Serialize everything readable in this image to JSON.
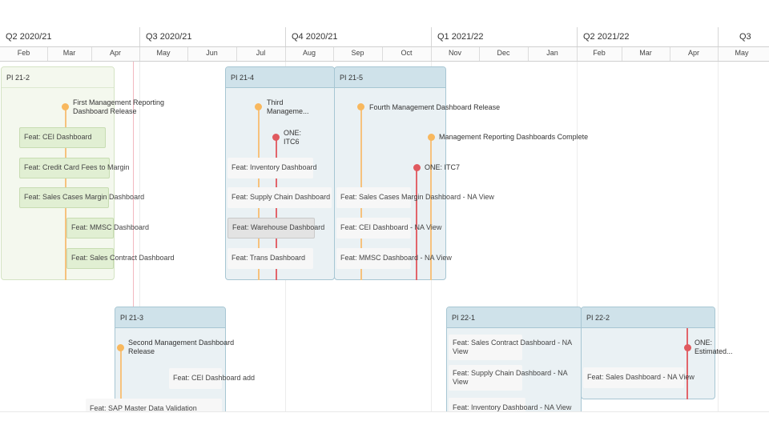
{
  "quarters": [
    "Q2 2020/21",
    "Q3 2020/21",
    "Q4 2020/21",
    "Q1 2021/22",
    "Q2 2021/22",
    "Q3"
  ],
  "months": [
    "Feb",
    "Mar",
    "Apr",
    "May",
    "Jun",
    "Jul",
    "Aug",
    "Sep",
    "Oct",
    "Nov",
    "Dec",
    "Jan",
    "Feb",
    "Mar",
    "Apr",
    "May"
  ],
  "colors": {
    "pi_blue": "#cfe2ea",
    "pi_green": "#f4f8ee",
    "milestone_orange": "#f8b85e",
    "milestone_red": "#e05a5f",
    "feature_green": "#e1efd3"
  },
  "pis": {
    "pi21_2": {
      "title": "PI 21-2"
    },
    "pi21_3": {
      "title": "PI 21-3"
    },
    "pi21_4": {
      "title": "PI 21-4"
    },
    "pi21_5": {
      "title": "PI 21-5"
    },
    "pi22_1": {
      "title": "PI 22-1"
    },
    "pi22_2": {
      "title": "PI 22-2"
    }
  },
  "features": {
    "f1": "Feat: CEI Dashboard",
    "f2": "Feat: Credit Card Fees to Margin",
    "f3": "Feat: Sales Cases Margin Dashboard",
    "f4": "Feat: MMSC Dashboard",
    "f5": "Feat: Sales Contract Dashboard",
    "f6": "Feat: Inventory Dashboard",
    "f7": "Feat: Supply Chain Dashboard",
    "f8": "Feat: Warehouse Dashboard",
    "f9": "Feat: Trans Dashboard",
    "f10": "Feat: Sales Cases Margin Dashboard - NA View",
    "f11": "Feat: CEI Dashboard - NA View",
    "f12": "Feat: MMSC Dashboard - NA View",
    "f13": "Feat: CEI Dashboard add",
    "f14": "Feat: SAP Master Data Validation",
    "f15": "Feat: Sales Contract Dashboard - NA View",
    "f16": "Feat: Supply Chain Dashboard - NA View",
    "f17": "Feat: Inventory Dashboard - NA View",
    "f18": "Feat: Sales Dashboard - NA View"
  },
  "milestones": {
    "m1": "First Management Reporting Dashboard Release",
    "m2": "Third Manageme...",
    "m3": "ONE: ITC6",
    "m4": "Fourth Management Dashboard Release",
    "m5": "Management Reporting Dashboards Complete",
    "m6": "ONE: ITC7",
    "m7": "Second Management Dashboard Release",
    "m8": "ONE: Estimated..."
  }
}
